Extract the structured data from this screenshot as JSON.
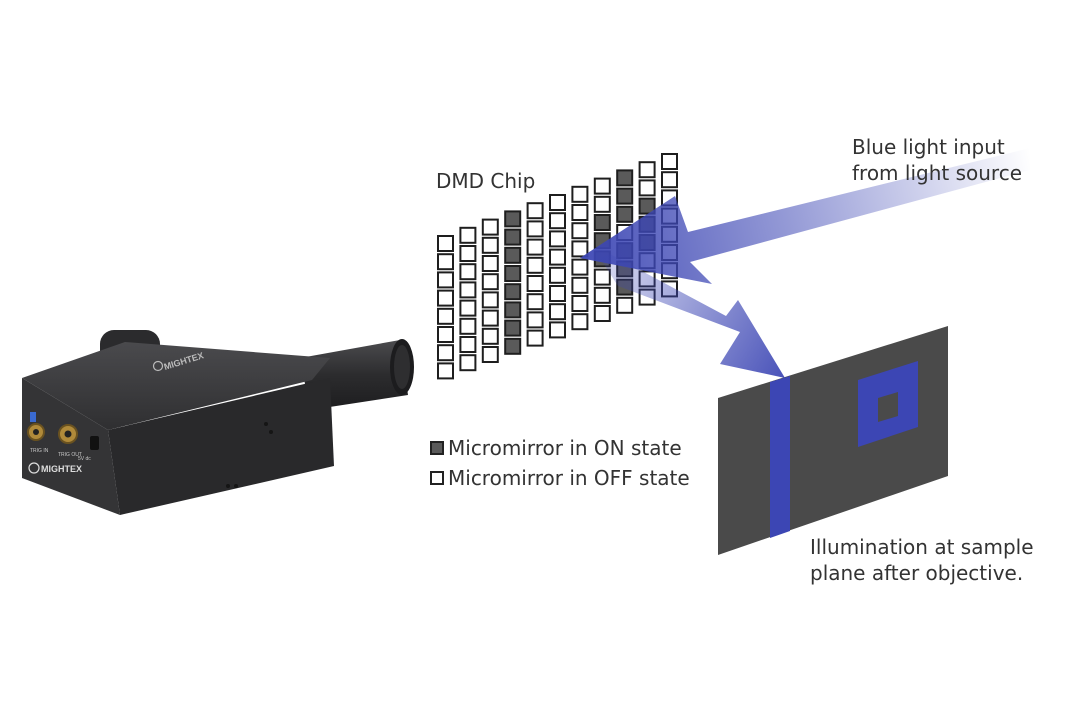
{
  "labels": {
    "dmd_chip": "DMD Chip",
    "light_input_line1": "Blue light input",
    "light_input_line2": "from light source",
    "sample_line1": "Illumination at sample",
    "sample_line2": "plane after objective."
  },
  "legend": {
    "on_label": "Micromirror in ON state",
    "off_label": "Micromirror in OFF state"
  },
  "device": {
    "brand": "MIGHTEX",
    "ports": [
      "TRIG IN",
      "TRIG OUT",
      "5V dc"
    ]
  },
  "colors": {
    "light_blue": "#3c46b4",
    "mirror_on": "#5a5a5a",
    "mirror_off": "#ffffff",
    "sample_plane": "#4a4a4a",
    "device_body": "#3a3a3c"
  },
  "dmd": {
    "rows": 8,
    "cols": 11,
    "on_cells": [
      [
        0,
        3
      ],
      [
        1,
        3
      ],
      [
        2,
        3
      ],
      [
        3,
        3
      ],
      [
        4,
        3
      ],
      [
        5,
        3
      ],
      [
        6,
        3
      ],
      [
        7,
        3
      ],
      [
        0,
        8
      ],
      [
        1,
        8
      ],
      [
        2,
        7
      ],
      [
        2,
        8
      ],
      [
        2,
        9
      ],
      [
        3,
        7
      ],
      [
        3,
        9
      ],
      [
        4,
        7
      ],
      [
        4,
        8
      ],
      [
        4,
        9
      ],
      [
        5,
        8
      ],
      [
        6,
        8
      ]
    ]
  }
}
